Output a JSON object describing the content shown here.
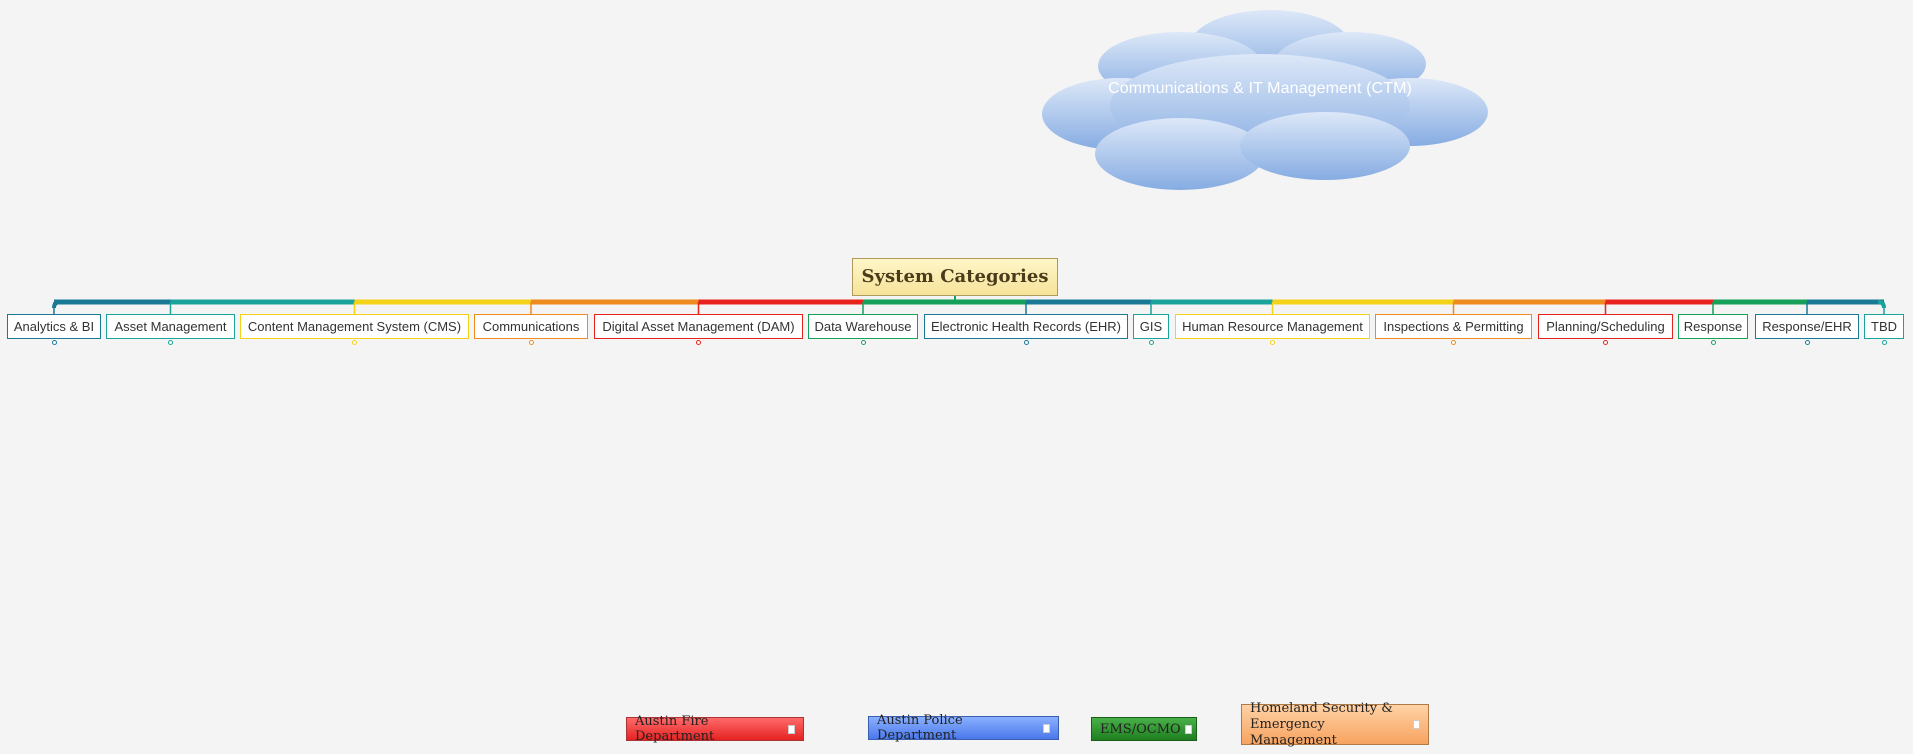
{
  "cloud": {
    "label": "Communications & IT Management (CTM)",
    "colors": {
      "top": "#dbe6f7",
      "bottom": "#8cb0e3"
    }
  },
  "center": {
    "label": "System Categories"
  },
  "categories": [
    {
      "label": "Analytics & BI",
      "color": "#1a7a96"
    },
    {
      "label": "Asset Management",
      "color": "#1aa39a"
    },
    {
      "label": "Content Management System (CMS)",
      "color": "#f3d21a"
    },
    {
      "label": "Communications",
      "color": "#ee8a1e"
    },
    {
      "label": "Digital Asset Management (DAM)",
      "color": "#e8231e"
    },
    {
      "label": "Data Warehouse",
      "color": "#16a05a"
    },
    {
      "label": "Electronic Health Records (EHR)",
      "color": "#1a7a96"
    },
    {
      "label": "GIS",
      "color": "#1aa39a"
    },
    {
      "label": "Human Resource Management",
      "color": "#f3d21a"
    },
    {
      "label": "Inspections & Permitting",
      "color": "#ee8a1e"
    },
    {
      "label": "Planning/Scheduling",
      "color": "#e8231e"
    },
    {
      "label": "Response",
      "color": "#16a05a"
    },
    {
      "label": "Response/EHR",
      "color": "#1a7a96"
    },
    {
      "label": "TBD",
      "color": "#1aa39a"
    }
  ],
  "legend": {
    "afd": "Austin Fire Department",
    "apd": "Austin Police Department",
    "ems": "EMS/OCMO",
    "hsem_line1": "Homeland Security &",
    "hsem_line2": "Emergency Management"
  }
}
